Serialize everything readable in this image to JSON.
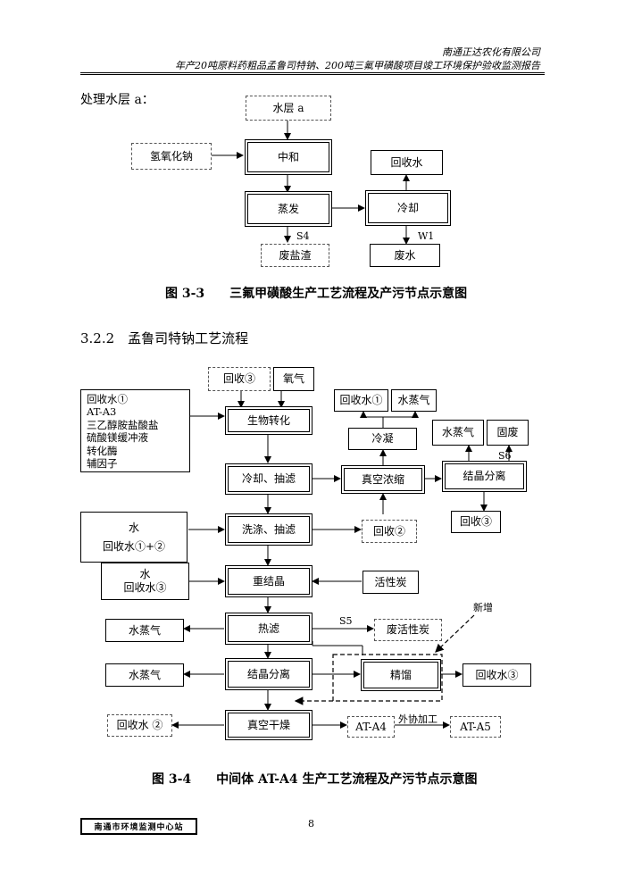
{
  "header": {
    "company": "南通正达农化有限公司",
    "subtitle": "年产20吨原料药粗品孟鲁司特钠、200吨三氟甲磺酸项目竣工环境保护验收监测报告"
  },
  "fig33": {
    "intro": "处理水层 a：",
    "boxes": {
      "water_a": "水层 a",
      "naoh": "氢氧化钠",
      "neutralize": "中和",
      "evaporate": "蒸发",
      "cool": "冷却",
      "recycled_water": "回收水",
      "waste_salt": "废盐渣",
      "waste_water": "废水"
    },
    "labels": {
      "s4": "S4",
      "w1": "W1"
    },
    "caption": "图 3-3　　三氟甲磺酸生产工艺流程及产污节点示意图"
  },
  "section_title": "3.2.2　孟鲁司特钠工艺流程",
  "fig34": {
    "boxes": {
      "recycle3_top": "回收③",
      "oxygen": "氧气",
      "inputs": [
        "回收水①",
        "AT-A3",
        "三乙醇胺盐酸盐",
        "硫酸镁缓冲液",
        "转化酶",
        "辅因子"
      ],
      "bioconv": "生物转化",
      "cool_filter": "冷却、抽滤",
      "vac_conc": "真空浓缩",
      "condense": "冷凝",
      "rw1": "回收水①",
      "steam1": "水蒸气",
      "cryst1": "结晶分离",
      "steam2": "水蒸气",
      "solid_waste": "固废",
      "recycle3_b": "回收③",
      "water1": "水",
      "rw12": "回收水①+②",
      "wash_filter": "洗涤、抽滤",
      "recycle2": "回收②",
      "water2": "水",
      "rw3": "回收水③",
      "recryst": "重结晶",
      "carbon": "活性炭",
      "hot_filter": "热滤",
      "steam3": "水蒸气",
      "waste_carbon": "废活性炭",
      "cryst2": "结晶分离",
      "steam4": "水蒸气",
      "rectify": "精馏",
      "rw3b": "回收水③",
      "vac_dry": "真空干燥",
      "rw2": "回收水 ②",
      "ata4": "AT-A4",
      "ata5": "AT-A5"
    },
    "labels": {
      "s5": "S5",
      "s6": "S6",
      "new": "新增",
      "outsource": "外协加工"
    },
    "caption": "图 3-4　　中间体 AT-A4 生产工艺流程及产污节点示意图"
  },
  "footer": {
    "stamp": "南通市环境监测中心站",
    "page": "8"
  }
}
